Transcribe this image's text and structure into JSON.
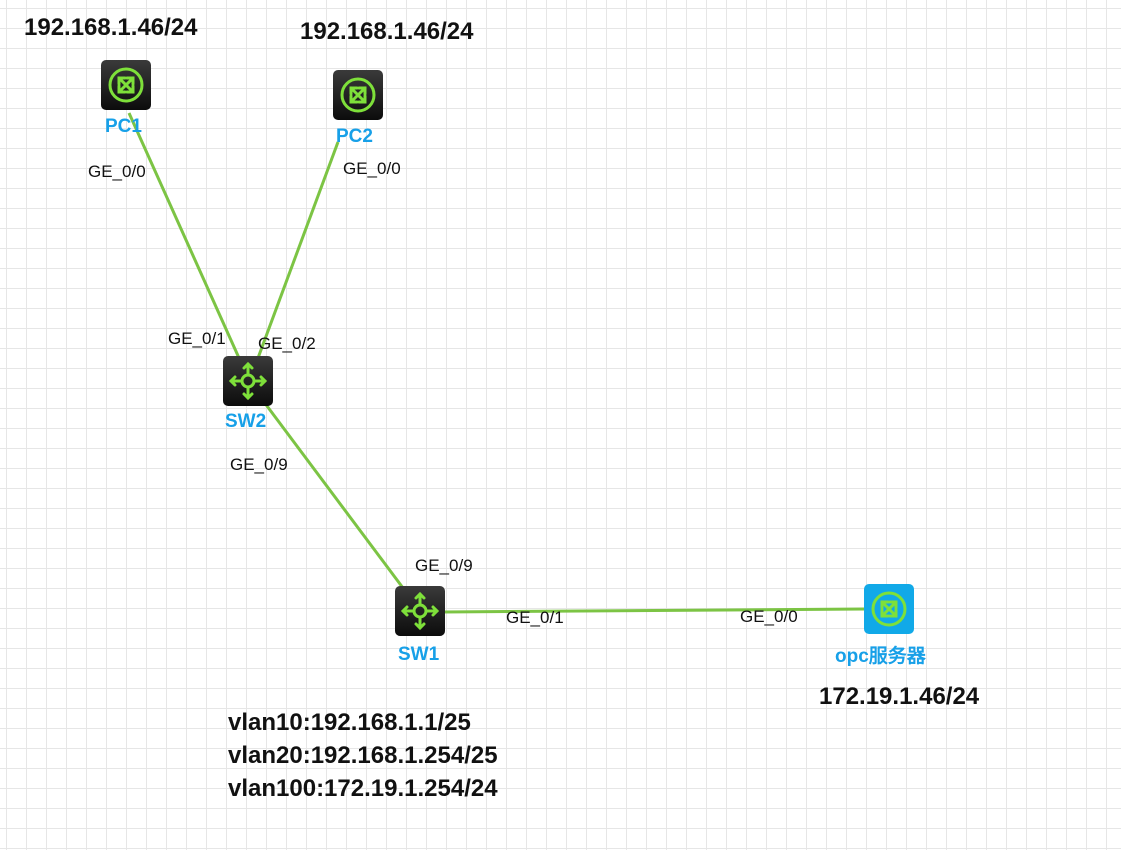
{
  "colors": {
    "link": "#7cc444",
    "node_dark": "#1a1a1a",
    "node_blue": "#11a9e8",
    "icon_green": "#7ee03a",
    "name_blue": "#17a0e8"
  },
  "nodes": {
    "pc1": {
      "name": "PC1",
      "ip": "192.168.1.46/24",
      "icon": "router-icon"
    },
    "pc2": {
      "name": "PC2",
      "ip": "192.168.1.46/24",
      "icon": "router-icon"
    },
    "sw2": {
      "name": "SW2",
      "icon": "switch-icon"
    },
    "sw1": {
      "name": "SW1",
      "icon": "switch-icon"
    },
    "server": {
      "name": "opc服务器",
      "ip": "172.19.1.46/24",
      "icon": "router-icon"
    }
  },
  "ports": {
    "pc1_ge": "GE_0/0",
    "pc2_ge": "GE_0/0",
    "sw2_pc1": "GE_0/1",
    "sw2_pc2": "GE_0/2",
    "sw2_sw1": "GE_0/9",
    "sw1_sw2": "GE_0/9",
    "sw1_server": "GE_0/1",
    "server_ge": "GE_0/0"
  },
  "vlans": [
    "vlan10:192.168.1.1/25",
    "vlan20:192.168.1.254/25",
    "vlan100:172.19.1.254/24"
  ]
}
